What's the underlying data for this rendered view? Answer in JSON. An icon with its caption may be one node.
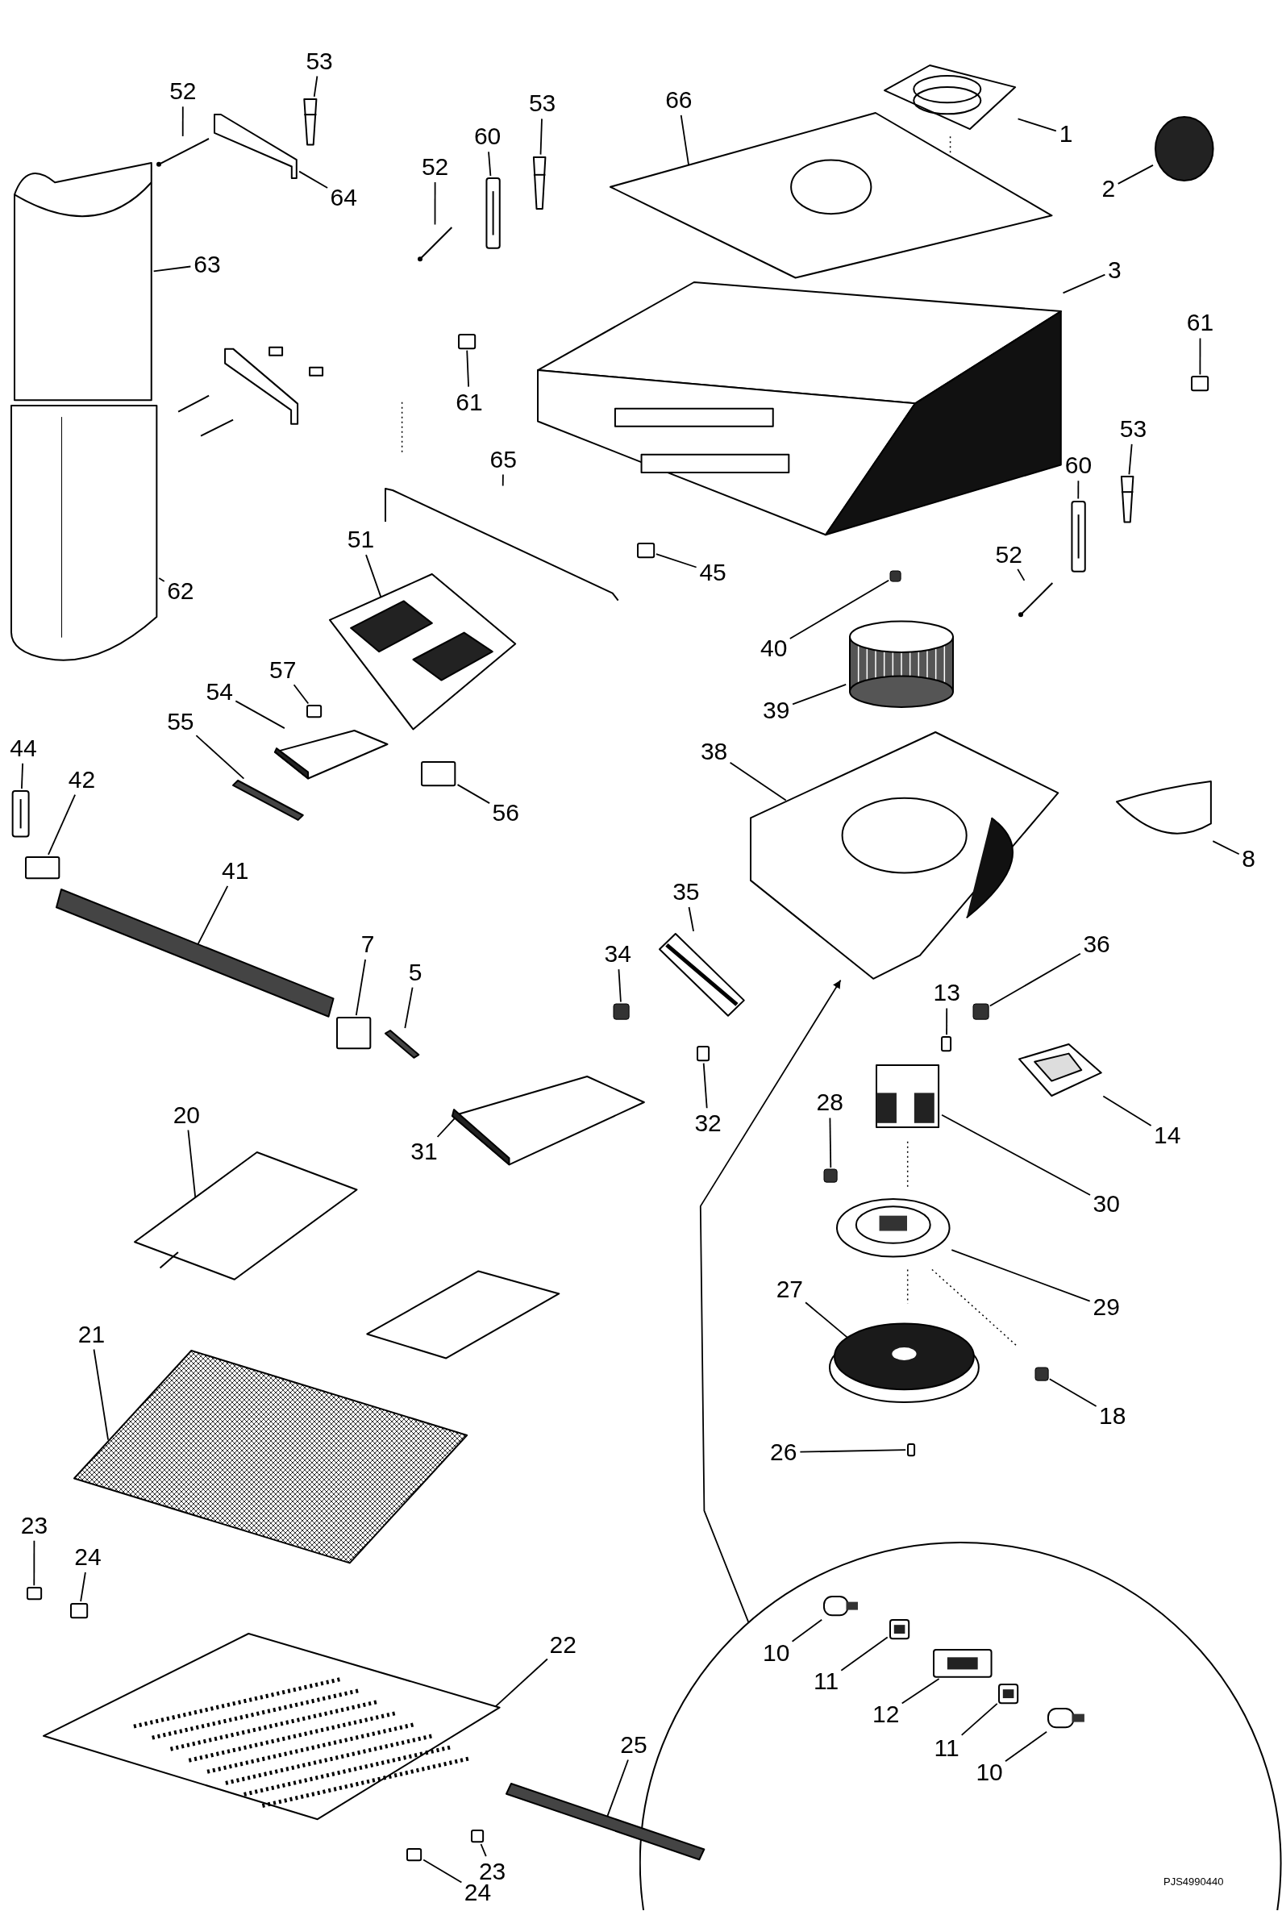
{
  "diagram": {
    "nodes": [
      {
        "text": [
          "53"
        ]
      },
      {
        "text": [
          "52"
        ]
      },
      {
        "text": [
          "66"
        ]
      },
      {
        "text": [
          "53"
        ]
      },
      {
        "text": [
          "1"
        ]
      },
      {
        "text": [
          "60"
        ]
      },
      {
        "text": [
          "52"
        ]
      },
      {
        "text": [
          "2"
        ]
      },
      {
        "text": [
          "64"
        ]
      },
      {
        "text": [
          "63"
        ]
      },
      {
        "text": [
          "3"
        ]
      },
      {
        "text": [
          "61"
        ]
      },
      {
        "text": [
          "61"
        ]
      },
      {
        "text": [
          "53"
        ]
      },
      {
        "text": [
          "65"
        ]
      },
      {
        "text": [
          "60"
        ]
      },
      {
        "text": [
          "52"
        ]
      },
      {
        "text": [
          "51"
        ]
      },
      {
        "text": [
          "45"
        ]
      },
      {
        "text": [
          "62"
        ]
      },
      {
        "text": [
          "40"
        ]
      },
      {
        "text": [
          "57"
        ]
      },
      {
        "text": [
          "54"
        ]
      },
      {
        "text": [
          "39"
        ]
      },
      {
        "text": [
          "55"
        ]
      },
      {
        "text": [
          "44"
        ]
      },
      {
        "text": [
          "38"
        ]
      },
      {
        "text": [
          "42"
        ]
      },
      {
        "text": [
          "56"
        ]
      },
      {
        "text": [
          "8"
        ]
      },
      {
        "text": [
          "41"
        ]
      },
      {
        "text": [
          "35"
        ]
      },
      {
        "text": [
          "7"
        ]
      },
      {
        "text": [
          "36"
        ]
      },
      {
        "text": [
          "34"
        ]
      },
      {
        "text": [
          "5"
        ]
      },
      {
        "text": [
          "13"
        ]
      },
      {
        "text": [
          "28"
        ]
      },
      {
        "text": [
          "20"
        ]
      },
      {
        "text": [
          "32"
        ]
      },
      {
        "text": [
          "14"
        ]
      },
      {
        "text": [
          "31"
        ]
      },
      {
        "text": [
          "30"
        ]
      },
      {
        "text": [
          "27"
        ]
      },
      {
        "text": [
          "29"
        ]
      },
      {
        "text": [
          "21"
        ]
      },
      {
        "text": [
          "18"
        ]
      },
      {
        "text": [
          "26"
        ]
      },
      {
        "text": [
          "23"
        ]
      },
      {
        "text": [
          "24"
        ]
      },
      {
        "text": [
          "22"
        ]
      },
      {
        "text": [
          "25"
        ]
      },
      {
        "text": [
          "23"
        ]
      },
      {
        "text": [
          "24"
        ]
      },
      {
        "text": [],
        "shape": "circle"
      },
      {
        "text": [
          "10"
        ],
        "in": 54
      },
      {
        "text": [
          "11"
        ],
        "in": 54
      },
      {
        "text": [
          "12"
        ],
        "in": 54
      },
      {
        "text": [
          "11"
        ],
        "in": 54
      },
      {
        "text": [
          "10"
        ],
        "in": 54
      },
      {
        "text": [],
        "shape": "bar"
      },
      {
        "text": [],
        "shape": "picture"
      },
      {
        "text": [],
        "shape": "picture"
      },
      {
        "text": [],
        "shape": "bar"
      },
      {
        "text": [],
        "shape": "picture"
      },
      {
        "text": [],
        "shape": "bar"
      },
      {
        "text": [],
        "shape": "picture"
      },
      {
        "text": [],
        "shape": "circle"
      },
      {
        "text": [],
        "shape": "picture"
      },
      {
        "text": [],
        "shape": "picture"
      },
      {
        "text": [],
        "shape": "picture"
      },
      {
        "text": [],
        "shape": "box"
      },
      {
        "text": [],
        "shape": "box"
      },
      {
        "text": [],
        "shape": "bar"
      },
      {
        "text": [],
        "shape": "picture"
      },
      {
        "text": [],
        "shape": "bar"
      },
      {
        "text": [],
        "shape": "picture"
      },
      {
        "text": [],
        "shape": "picture"
      },
      {
        "text": [],
        "shape": "box"
      },
      {
        "text": [],
        "shape": "picture"
      },
      {
        "text": [],
        "shape": "box"
      },
      {
        "text": [],
        "shape": "box"
      },
      {
        "text": [],
        "shape": "picture"
      },
      {
        "text": [],
        "shape": "cylinder"
      },
      {
        "text": [],
        "shape": "bar"
      },
      {
        "text": [],
        "shape": "bar"
      },
      {
        "text": [],
        "shape": "picture"
      },
      {
        "text": [],
        "shape": "box"
      },
      {
        "text": [],
        "shape": "box"
      },
      {
        "text": [],
        "shape": "picture"
      },
      {
        "text": [],
        "shape": "bar"
      },
      {
        "text": [],
        "shape": "picture"
      },
      {
        "text": [],
        "shape": "box"
      },
      {
        "text": [],
        "shape": "box"
      },
      {
        "text": [],
        "shape": "box"
      },
      {
        "text": [],
        "shape": "bar"
      },
      {
        "text": [],
        "shape": "box"
      },
      {
        "text": [],
        "shape": "box"
      },
      {
        "text": [],
        "shape": "picture"
      },
      {
        "text": [],
        "shape": "box"
      },
      {
        "text": [],
        "shape": "picture"
      },
      {
        "text": [],
        "shape": "picture"
      },
      {
        "text": [],
        "shape": "picture"
      },
      {
        "text": [],
        "shape": "picture"
      },
      {
        "text": [],
        "shape": "picture"
      },
      {
        "text": [],
        "shape": "picture"
      },
      {
        "text": [],
        "shape": "box"
      },
      {
        "text": [],
        "shape": "box"
      },
      {
        "text": [],
        "shape": "box"
      },
      {
        "text": [],
        "shape": "box"
      },
      {
        "text": [],
        "shape": "picture"
      },
      {
        "text": [],
        "shape": "bar"
      },
      {
        "text": [],
        "shape": "box"
      },
      {
        "text": [],
        "shape": "box"
      },
      {
        "text": [],
        "shape": "bar",
        "in": 54
      },
      {
        "text": [],
        "shape": "box",
        "in": 54
      },
      {
        "text": [],
        "shape": "box",
        "in": 54
      },
      {
        "text": [],
        "shape": "box",
        "in": 54
      },
      {
        "text": [],
        "shape": "bar",
        "in": 54
      }
    ],
    "edges": [
      {
        "from": 0,
        "to": 60,
        "arrow": "none"
      },
      {
        "from": 1,
        "to": 61,
        "arrow": "none"
      },
      {
        "from": 2,
        "to": 62,
        "arrow": "none"
      },
      {
        "from": 3,
        "to": 63,
        "arrow": "none"
      },
      {
        "from": 4,
        "to": 64,
        "arrow": "none"
      },
      {
        "from": 5,
        "to": 65,
        "arrow": "none"
      },
      {
        "from": 6,
        "to": 66,
        "arrow": "none"
      },
      {
        "from": 7,
        "to": 67,
        "arrow": "none"
      },
      {
        "from": 8,
        "to": 68,
        "arrow": "none"
      },
      {
        "from": 9,
        "to": 69,
        "arrow": "none"
      },
      {
        "from": 10,
        "to": 70,
        "arrow": "none"
      },
      {
        "from": 11,
        "to": 71,
        "arrow": "none"
      },
      {
        "from": 12,
        "to": 72,
        "arrow": "none"
      },
      {
        "from": 13,
        "to": 73,
        "arrow": "none"
      },
      {
        "from": 14,
        "to": 74,
        "arrow": "none"
      },
      {
        "from": 15,
        "to": 75,
        "arrow": "none"
      },
      {
        "from": 16,
        "to": 76,
        "arrow": "none"
      },
      {
        "from": 17,
        "to": 77,
        "arrow": "none"
      },
      {
        "from": 18,
        "to": 78,
        "arrow": "none"
      },
      {
        "from": 19,
        "to": 79,
        "arrow": "none"
      },
      {
        "from": 20,
        "to": 80,
        "arrow": "none"
      },
      {
        "from": 21,
        "to": 81,
        "arrow": "none"
      },
      {
        "from": 22,
        "to": 82,
        "arrow": "none"
      },
      {
        "from": 23,
        "to": 83,
        "arrow": "none"
      },
      {
        "from": 24,
        "to": 84,
        "arrow": "none"
      },
      {
        "from": 25,
        "to": 85,
        "arrow": "none"
      },
      {
        "from": 26,
        "to": 86,
        "arrow": "none"
      },
      {
        "from": 27,
        "to": 87,
        "arrow": "none"
      },
      {
        "from": 28,
        "to": 88,
        "arrow": "none"
      },
      {
        "from": 29,
        "to": 89,
        "arrow": "none"
      },
      {
        "from": 30,
        "to": 90,
        "arrow": "none"
      },
      {
        "from": 31,
        "to": 91,
        "arrow": "none"
      },
      {
        "from": 32,
        "to": 92,
        "arrow": "none"
      },
      {
        "from": 33,
        "to": 93,
        "arrow": "none"
      },
      {
        "from": 34,
        "to": 94,
        "arrow": "none"
      },
      {
        "from": 35,
        "to": 95,
        "arrow": "none"
      },
      {
        "from": 36,
        "to": 96,
        "arrow": "none"
      },
      {
        "from": 37,
        "to": 97,
        "arrow": "none"
      },
      {
        "from": 38,
        "to": 98,
        "arrow": "none"
      },
      {
        "from": 39,
        "to": 99,
        "arrow": "none"
      },
      {
        "from": 40,
        "to": 100,
        "arrow": "none"
      },
      {
        "from": 41,
        "to": 101,
        "arrow": "none"
      },
      {
        "from": 42,
        "to": 102,
        "arrow": "none"
      },
      {
        "from": 43,
        "to": 103,
        "arrow": "none"
      },
      {
        "from": 44,
        "to": 104,
        "arrow": "none"
      },
      {
        "from": 45,
        "to": 105,
        "arrow": "none"
      },
      {
        "from": 46,
        "to": 106,
        "arrow": "none"
      },
      {
        "from": 47,
        "to": 107,
        "arrow": "none"
      },
      {
        "from": 48,
        "to": 108,
        "arrow": "none"
      },
      {
        "from": 49,
        "to": 109,
        "arrow": "none"
      },
      {
        "from": 50,
        "to": 110,
        "arrow": "none"
      },
      {
        "from": 51,
        "to": 111,
        "arrow": "none"
      },
      {
        "from": 52,
        "to": 112,
        "arrow": "none"
      },
      {
        "from": 53,
        "to": 113,
        "arrow": "none"
      },
      {
        "from": 55,
        "to": 114,
        "arrow": "none"
      },
      {
        "from": 56,
        "to": 115,
        "arrow": "none"
      },
      {
        "from": 57,
        "to": 116,
        "arrow": "none"
      },
      {
        "from": 58,
        "to": 117,
        "arrow": "none"
      },
      {
        "from": 59,
        "to": 118,
        "arrow": "none"
      },
      {
        "from": 54,
        "to": 86,
        "arrow": "to"
      }
    ],
    "labels": [
      "PJS4990440"
    ]
  }
}
